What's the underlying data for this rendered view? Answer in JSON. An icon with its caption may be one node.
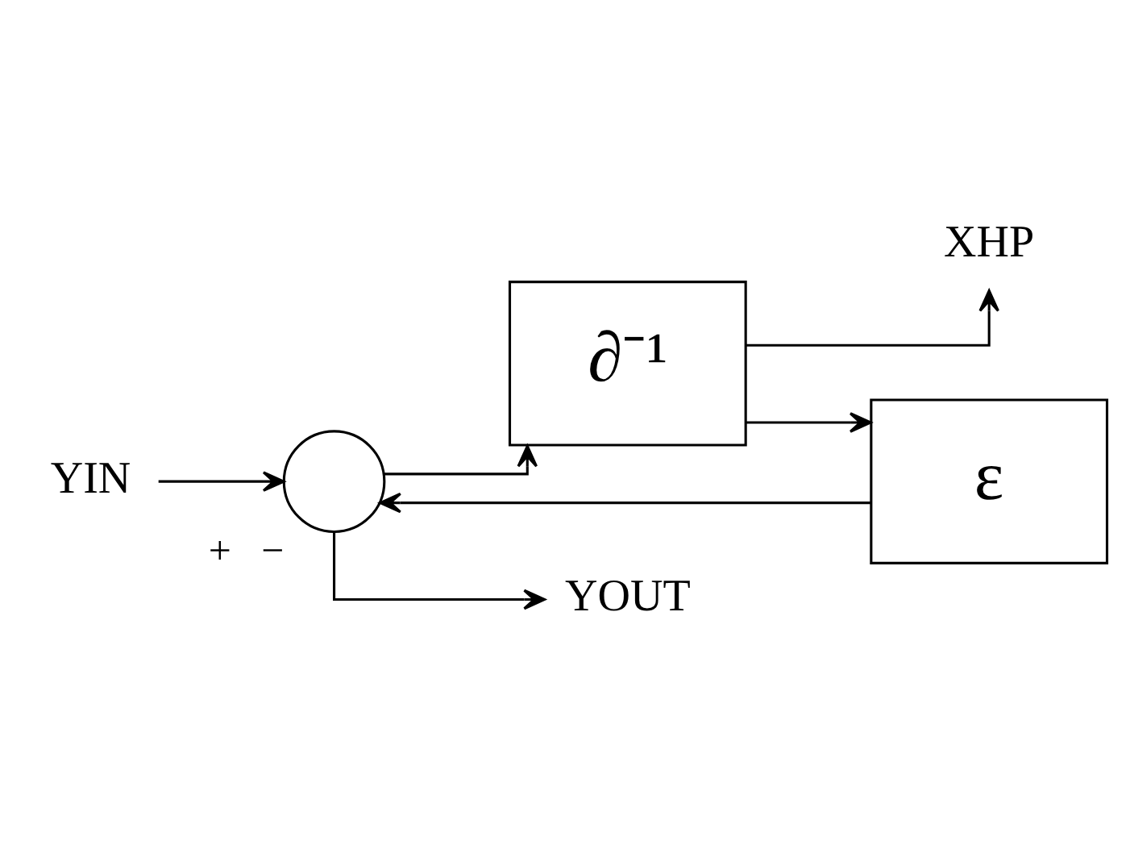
{
  "diagram": {
    "nodes": [
      {
        "text": [
          "YIN"
        ]
      },
      {
        "text": [],
        "shape": "circle",
        "beside": [
          "+",
          "−"
        ]
      },
      {
        "text": [
          "∂⁻¹"
        ]
      },
      {
        "text": [
          "YOUT"
        ]
      },
      {
        "text": [
          "XHP"
        ]
      },
      {
        "text": [
          "ε"
        ]
      }
    ],
    "edges": [
      {
        "from": 0,
        "to": 1,
        "arrow": "to"
      },
      {
        "from": 1,
        "to": 3,
        "arrow": "to"
      },
      {
        "from": 1,
        "to": 2,
        "arrow": "to"
      },
      {
        "from": 2,
        "to": 4,
        "arrow": "to"
      },
      {
        "from": 2,
        "to": 5,
        "arrow": "to"
      },
      {
        "from": 5,
        "to": 1,
        "arrow": "to"
      }
    ]
  }
}
